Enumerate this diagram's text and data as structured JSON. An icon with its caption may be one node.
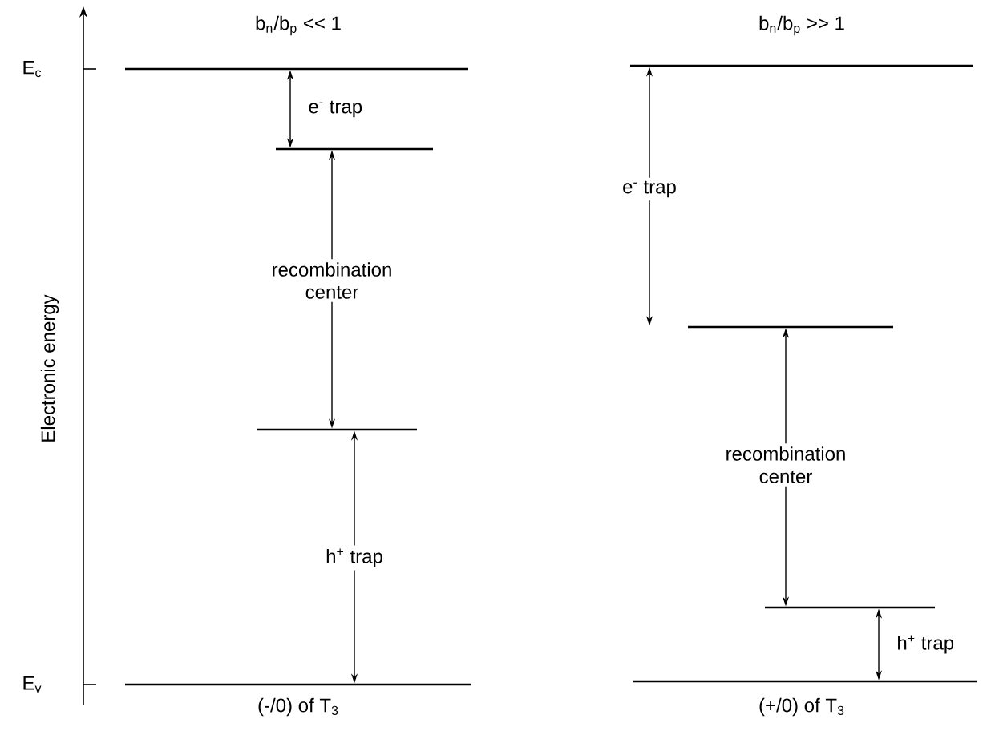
{
  "diagram": {
    "nodes": [
      {
        "text": [],
        "shape": "bar",
        "beside": [
          "b$_{n}$/b$_{p}$ << 1"
        ]
      },
      {
        "text": [],
        "shape": "bar"
      },
      {
        "text": [],
        "shape": "bar"
      },
      {
        "text": [],
        "shape": "bar",
        "beside": [
          "(-/0) of T$_{3}$"
        ]
      },
      {
        "text": [],
        "shape": "bar",
        "beside": [
          "b$_{n}$/b$_{p}$ >> 1"
        ]
      },
      {
        "text": [],
        "shape": "bar"
      },
      {
        "text": [],
        "shape": "bar"
      },
      {
        "text": [],
        "shape": "bar",
        "beside": [
          "(+/0) of T$_{3}$"
        ]
      }
    ],
    "edges": [
      {
        "from": 0,
        "to": 1,
        "arrow": "both",
        "label": "e$^{-}$ trap"
      },
      {
        "from": 1,
        "to": 2,
        "arrow": "both",
        "label": "recombination center"
      },
      {
        "from": 2,
        "to": 3,
        "arrow": "both",
        "label": "h$^{+}$ trap"
      },
      {
        "from": 4,
        "to": 5,
        "arrow": "both",
        "label": "e$^{-}$ trap"
      },
      {
        "from": 5,
        "to": 6,
        "arrow": "both",
        "label": "recombination center"
      },
      {
        "from": 6,
        "to": 7,
        "arrow": "both",
        "label": "h$^{+}$ trap"
      }
    ],
    "labels": [
      "E$_{c}$",
      "Electronic energy",
      "E$_{v}$"
    ]
  }
}
